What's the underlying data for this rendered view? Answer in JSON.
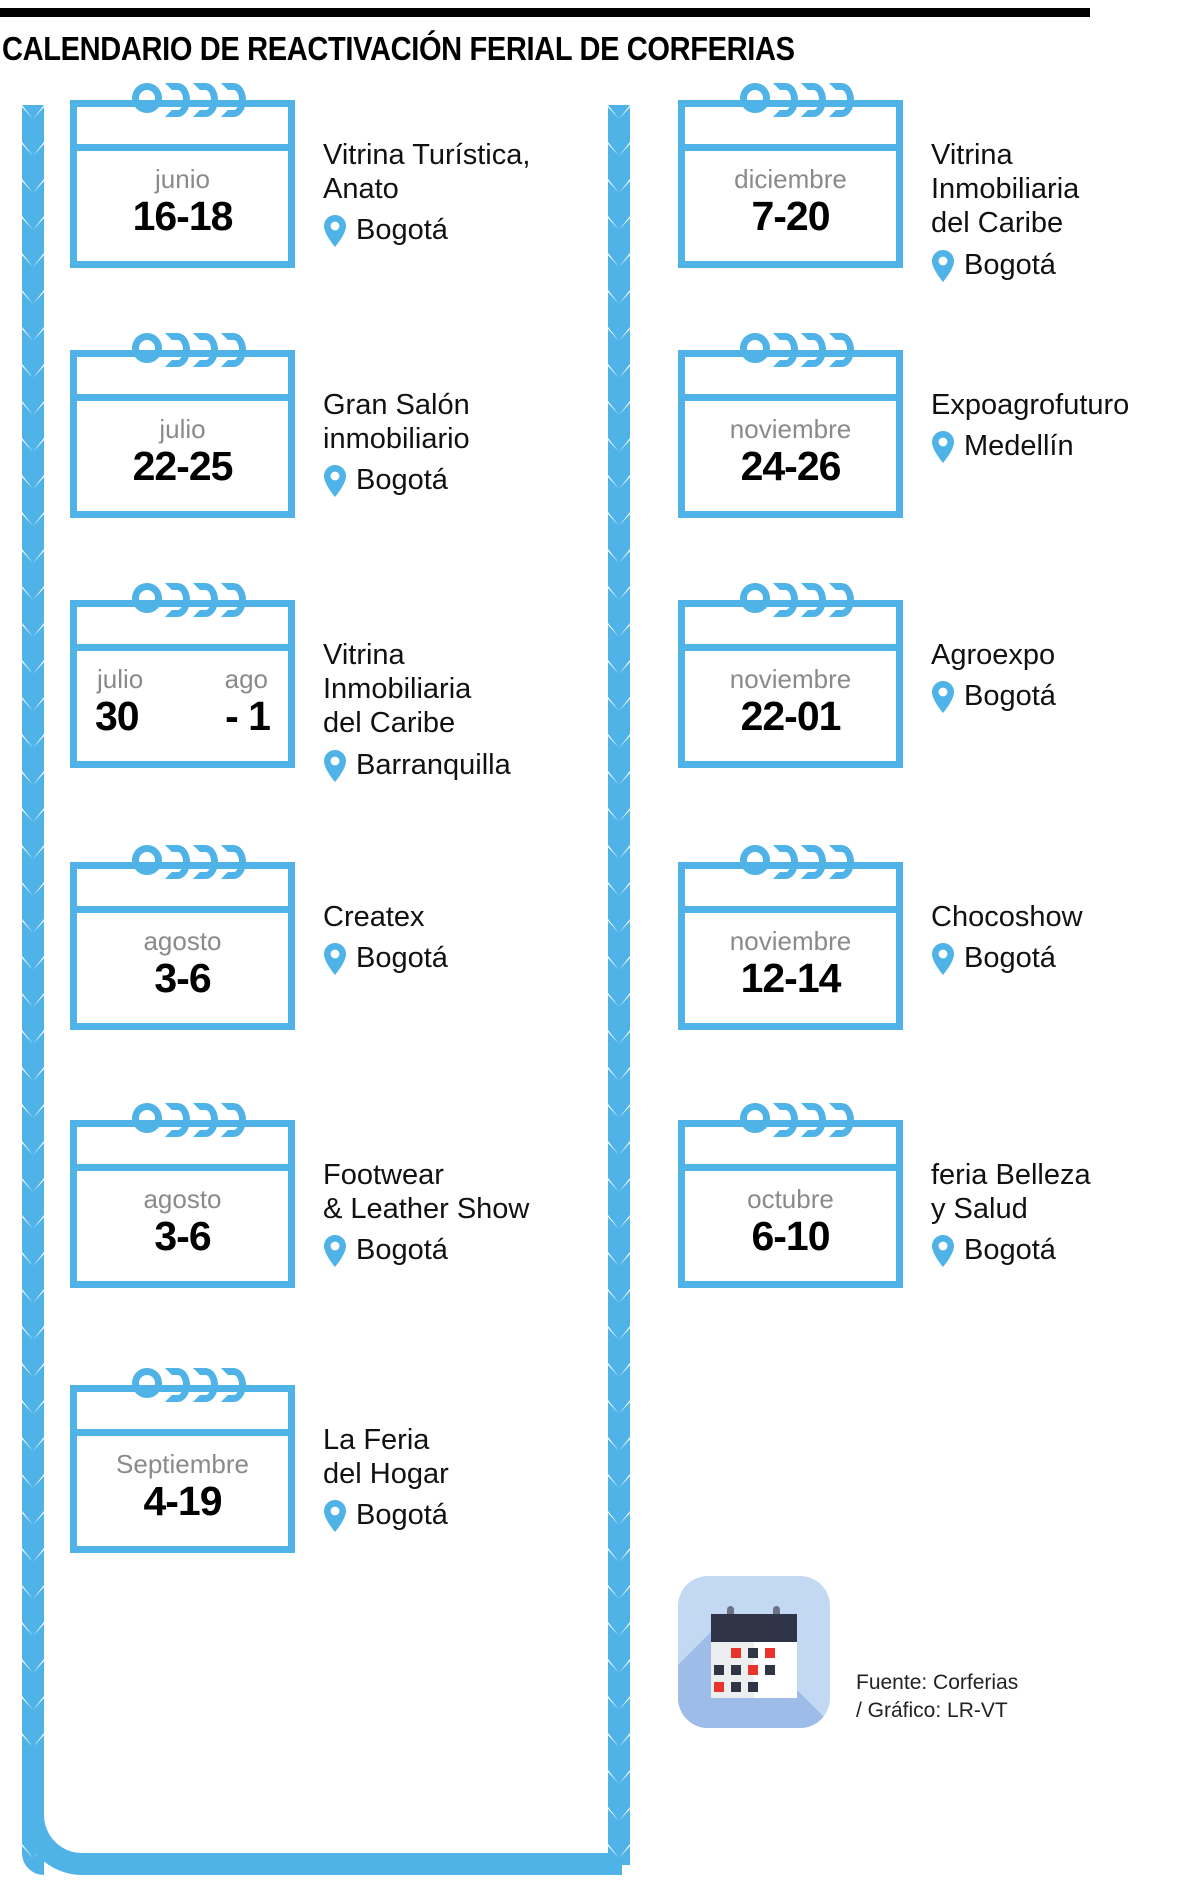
{
  "header": {
    "title": "CALENDARIO DE REACTIVACIÓN FERIAL DE CORFERIAS"
  },
  "colors": {
    "accent": "#4fb3e8",
    "month_text": "#8a8a8a",
    "body_text": "#111111",
    "rule": "#000000",
    "flat_icon_bg": "#c3d8f2",
    "flat_icon_shadow": "#9dbce8",
    "flat_cal_header": "#2f3447",
    "flat_cal_red": "#e8342a",
    "flat_cal_navy": "#2f3447"
  },
  "left_column": [
    {
      "month": "junio",
      "days": "16-18",
      "dual": false,
      "event": "Vitrina Turística,\nAnato",
      "city": "Bogotá",
      "pin_icon": "map-pin-icon"
    },
    {
      "month": "julio",
      "days": "22-25",
      "dual": false,
      "event": "Gran Salón\ninmobiliario",
      "city": "Bogotá",
      "pin_icon": "map-pin-icon"
    },
    {
      "month": "julio",
      "month2": "ago",
      "days": "30",
      "days2": "- 1",
      "dual": true,
      "event": "Vitrina\nInmobiliaria\ndel Caribe",
      "city": "Barranquilla",
      "pin_icon": "map-pin-icon"
    },
    {
      "month": "agosto",
      "days": "3-6",
      "dual": false,
      "event": "Createx",
      "city": "Bogotá",
      "pin_icon": "map-pin-icon"
    },
    {
      "month": "agosto",
      "days": "3-6",
      "dual": false,
      "event": "Footwear\n& Leather Show",
      "city": "Bogotá",
      "pin_icon": "map-pin-icon"
    },
    {
      "month": "Septiembre",
      "days": "4-19",
      "dual": false,
      "event": "La Feria\ndel Hogar",
      "city": "Bogotá",
      "pin_icon": "map-pin-icon"
    }
  ],
  "right_column": [
    {
      "month": "diciembre",
      "days": "7-20",
      "dual": false,
      "event": "Vitrina\nInmobiliaria\ndel Caribe",
      "city": "Bogotá",
      "pin_icon": "map-pin-icon"
    },
    {
      "month": "noviembre",
      "days": "24-26",
      "dual": false,
      "event": "Expoagrofuturo",
      "city": "Medellín",
      "pin_icon": "map-pin-icon"
    },
    {
      "month": "noviembre",
      "days": "22-01",
      "dual": false,
      "event": "Agroexpo",
      "city": "Bogotá",
      "pin_icon": "map-pin-icon"
    },
    {
      "month": "noviembre",
      "days": "12-14",
      "dual": false,
      "event": "Chocoshow",
      "city": "Bogotá",
      "pin_icon": "map-pin-icon"
    },
    {
      "month": "octubre",
      "days": "6-10",
      "dual": false,
      "event": "feria Belleza\ny Salud",
      "city": "Bogotá",
      "pin_icon": "map-pin-icon"
    }
  ],
  "footer": {
    "credit": "Fuente: Corferias\n/ Gráfico: LR-VT",
    "icon": "flat-calendar-icon"
  }
}
